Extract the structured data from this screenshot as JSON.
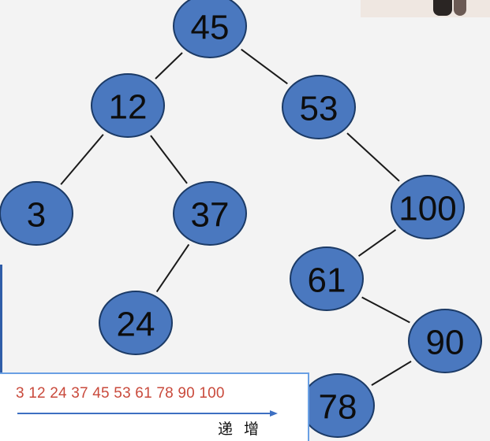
{
  "tree": {
    "nodes": [
      {
        "id": "n45",
        "label": "45"
      },
      {
        "id": "n12",
        "label": "12"
      },
      {
        "id": "n53",
        "label": "53"
      },
      {
        "id": "n3",
        "label": "3"
      },
      {
        "id": "n37",
        "label": "37"
      },
      {
        "id": "n100",
        "label": "100"
      },
      {
        "id": "n24",
        "label": "24"
      },
      {
        "id": "n61",
        "label": "61"
      },
      {
        "id": "n90",
        "label": "90"
      },
      {
        "id": "n78",
        "label": "78"
      }
    ],
    "edges": [
      [
        "n45",
        "n12"
      ],
      [
        "n45",
        "n53"
      ],
      [
        "n12",
        "n3"
      ],
      [
        "n12",
        "n37"
      ],
      [
        "n37",
        "n24"
      ],
      [
        "n53",
        "n100"
      ],
      [
        "n100",
        "n61"
      ],
      [
        "n61",
        "n90"
      ],
      [
        "n90",
        "n78"
      ]
    ],
    "node_fill": "#4a78bf",
    "node_stroke": "#1b3a66"
  },
  "sequence": {
    "values_text": "3 12 24 37 45 53 61 78 90 100",
    "caption": "递 增",
    "values_color": "#c94a3c",
    "arrow_color": "#3d6fc2"
  }
}
